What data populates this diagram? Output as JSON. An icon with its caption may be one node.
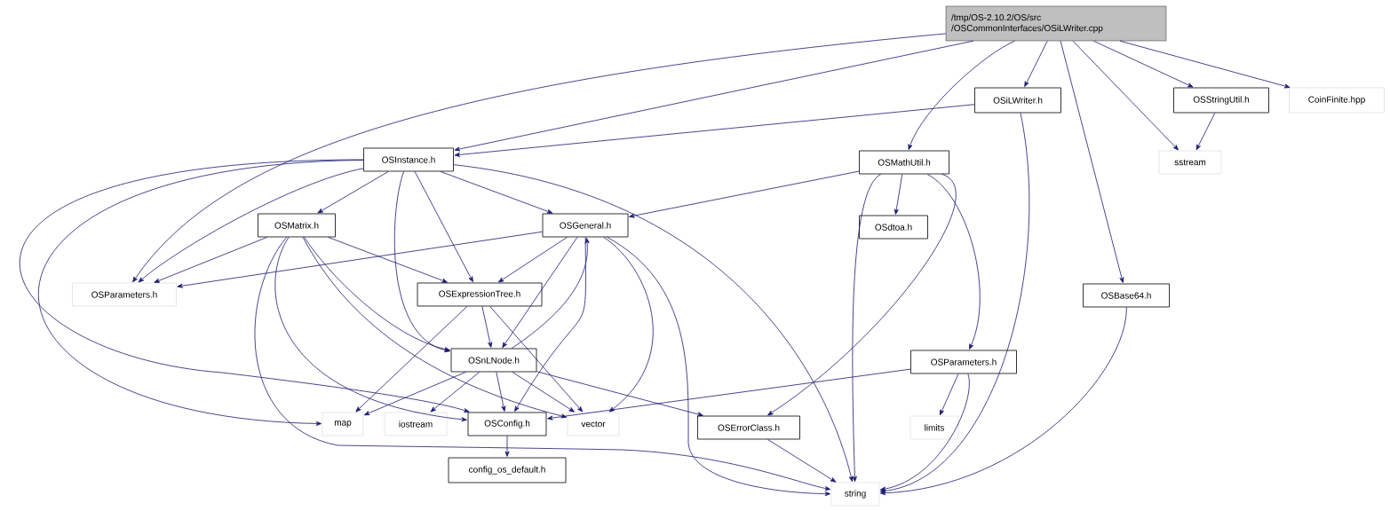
{
  "diagram": {
    "nodes": [
      {
        "text": [
          "/tmp/OS-2.10.2/OS/src /OSCommonInterfaces/OSiLWriter.cpp"
        ]
      },
      {
        "text": [
          "OSiLWriter.h"
        ]
      },
      {
        "text": [
          "OSStringUtil.h"
        ]
      },
      {
        "text": [
          "CoinFinite.hpp"
        ]
      },
      {
        "text": [
          "OSInstance.h"
        ]
      },
      {
        "text": [
          "OSMathUtil.h"
        ]
      },
      {
        "text": [
          "sstream"
        ]
      },
      {
        "text": [
          "OSMatrix.h"
        ]
      },
      {
        "text": [
          "OSGeneral.h"
        ]
      },
      {
        "text": [
          "OSdtoa.h"
        ]
      },
      {
        "text": [
          "OSParameters.h"
        ]
      },
      {
        "text": [
          "OSExpressionTree.h"
        ]
      },
      {
        "text": [
          "OSBase64.h"
        ]
      },
      {
        "text": [
          "OSnLNode.h"
        ]
      },
      {
        "text": [
          "OSParameters.h"
        ]
      },
      {
        "text": [
          "map"
        ]
      },
      {
        "text": [
          "iostream"
        ]
      },
      {
        "text": [
          "OSConfig.h"
        ]
      },
      {
        "text": [
          "vector"
        ]
      },
      {
        "text": [
          "OSErrorClass.h"
        ]
      },
      {
        "text": [
          "limits"
        ]
      },
      {
        "text": [
          "config_os_default.h"
        ]
      },
      {
        "text": [
          "string"
        ]
      }
    ],
    "edges": [
      {
        "from": 0,
        "to": 4,
        "arrow": "to"
      },
      {
        "from": 0,
        "to": 10,
        "arrow": "to"
      },
      {
        "from": 0,
        "to": 1,
        "arrow": "to"
      },
      {
        "from": 0,
        "to": 5,
        "arrow": "to"
      },
      {
        "from": 0,
        "to": 12,
        "arrow": "to"
      },
      {
        "from": 0,
        "to": 6,
        "arrow": "to"
      },
      {
        "from": 0,
        "to": 2,
        "arrow": "to"
      },
      {
        "from": 0,
        "to": 3,
        "arrow": "to"
      },
      {
        "from": 1,
        "to": 4,
        "arrow": "to"
      },
      {
        "from": 1,
        "to": 22,
        "arrow": "to"
      },
      {
        "from": 2,
        "to": 6,
        "arrow": "to"
      },
      {
        "from": 4,
        "to": 10,
        "arrow": "to"
      },
      {
        "from": 4,
        "to": 15,
        "arrow": "to"
      },
      {
        "from": 4,
        "to": 17,
        "arrow": "to"
      },
      {
        "from": 4,
        "to": 7,
        "arrow": "to"
      },
      {
        "from": 4,
        "to": 13,
        "arrow": "to"
      },
      {
        "from": 4,
        "to": 11,
        "arrow": "to"
      },
      {
        "from": 4,
        "to": 8,
        "arrow": "to"
      },
      {
        "from": 4,
        "to": 22,
        "arrow": "to"
      },
      {
        "from": 5,
        "to": 8,
        "arrow": "to"
      },
      {
        "from": 5,
        "to": 9,
        "arrow": "to"
      },
      {
        "from": 5,
        "to": 22,
        "arrow": "to"
      },
      {
        "from": 5,
        "to": 19,
        "arrow": "to"
      },
      {
        "from": 5,
        "to": 14,
        "arrow": "to"
      },
      {
        "from": 7,
        "to": 10,
        "arrow": "to"
      },
      {
        "from": 7,
        "to": 11,
        "arrow": "to"
      },
      {
        "from": 7,
        "to": 13,
        "arrow": "to"
      },
      {
        "from": 7,
        "to": 17,
        "arrow": "to"
      },
      {
        "from": 7,
        "to": 18,
        "arrow": "to"
      },
      {
        "from": 7,
        "to": 22,
        "arrow": "to"
      },
      {
        "from": 8,
        "to": 10,
        "arrow": "to"
      },
      {
        "from": 8,
        "to": 11,
        "arrow": "to"
      },
      {
        "from": 8,
        "to": 13,
        "arrow": "to"
      },
      {
        "from": 8,
        "to": 18,
        "arrow": "to"
      },
      {
        "from": 8,
        "to": 22,
        "arrow": "to"
      },
      {
        "from": 8,
        "to": 17,
        "arrow": "to"
      },
      {
        "from": 11,
        "to": 15,
        "arrow": "to"
      },
      {
        "from": 11,
        "to": 13,
        "arrow": "to"
      },
      {
        "from": 11,
        "to": 18,
        "arrow": "to"
      },
      {
        "from": 13,
        "to": 15,
        "arrow": "to"
      },
      {
        "from": 13,
        "to": 16,
        "arrow": "to"
      },
      {
        "from": 13,
        "to": 17,
        "arrow": "to"
      },
      {
        "from": 13,
        "to": 18,
        "arrow": "to"
      },
      {
        "from": 13,
        "to": 19,
        "arrow": "to"
      },
      {
        "from": 13,
        "to": 8,
        "arrow": "to"
      },
      {
        "from": 14,
        "to": 17,
        "arrow": "to"
      },
      {
        "from": 14,
        "to": 20,
        "arrow": "to"
      },
      {
        "from": 14,
        "to": 22,
        "arrow": "to"
      },
      {
        "from": 17,
        "to": 21,
        "arrow": "to"
      },
      {
        "from": 19,
        "to": 22,
        "arrow": "to"
      },
      {
        "from": 12,
        "to": 22,
        "arrow": "to"
      }
    ]
  }
}
